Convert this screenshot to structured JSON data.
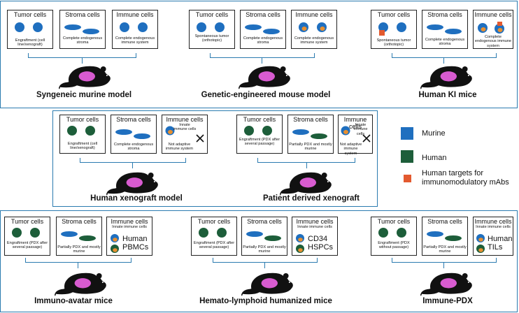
{
  "colors": {
    "murine": "#1f6fbf",
    "human": "#1d5e3a",
    "target": "#e35a2f",
    "border": "#2b7bb0",
    "innate_fill": "#e89030"
  },
  "legend": [
    {
      "label": "Murine",
      "color": "#1f6fbf"
    },
    {
      "label": "Human",
      "color": "#1d5e3a"
    },
    {
      "label": "Human targets for immunomodulatory mAbs",
      "color": "#e35a2f"
    }
  ],
  "headers": {
    "tumor": "Tumor cells",
    "stroma": "Stroma cells",
    "immune": "Immune cells"
  },
  "models": [
    {
      "name": "Syngeneic murine model",
      "tumor_caption": "Engraftment (cell line/xenograft)",
      "stroma_caption": "Complete endogenous stroma",
      "immune_caption": "Complete endogenous immune system"
    },
    {
      "name": "Genetic-engineered mouse model",
      "tumor_caption": "Spontaneous tumor (orthotopic)",
      "stroma_caption": "Complete endogenous stroma",
      "immune_caption": "Complete endogenous immune system"
    },
    {
      "name": "Human KI mice",
      "tumor_caption": "Spontaneous tumor (orthotopic)",
      "stroma_caption": "Complete endogenous stroma",
      "immune_caption": "Complete endogenous immune system"
    },
    {
      "name": "Human xenograft model",
      "tumor_caption": "Engraftment (cell line/xenograft)",
      "stroma_caption": "Complete endogenous stroma",
      "immune_top": "Innate immune cells",
      "immune_caption": "Not adaptive immune system"
    },
    {
      "name": "Patient derived xenograft",
      "tumor_caption": "Engraftment (PDX after several passage)",
      "stroma_caption": "Partially PDX and mostly murine",
      "immune_top": "Innate immune cells",
      "immune_caption": "Not adaptive immune system"
    },
    {
      "name": "Immuno-avatar mice",
      "tumor_caption": "Engraftment (PDX after several passage)",
      "stroma_caption": "Partially PDX and mostly murine",
      "immune_top": "Innate immune cells",
      "immune_big": "Human PBMCs"
    },
    {
      "name": "Hemato-lymphoid humanized mice",
      "tumor_caption": "Engraftment (PDX after several passage)",
      "stroma_caption": "Partially PDX and mostly murine",
      "immune_top": "Innate immune cells",
      "immune_big": "CD34 HSPCs"
    },
    {
      "name": "Immune-PDX",
      "tumor_caption": "Engraftment (PDX without passage)",
      "stroma_caption": "Partially PDX and mostly murine",
      "immune_top": "Innate immune cells",
      "immune_big": "Human TILs"
    }
  ]
}
